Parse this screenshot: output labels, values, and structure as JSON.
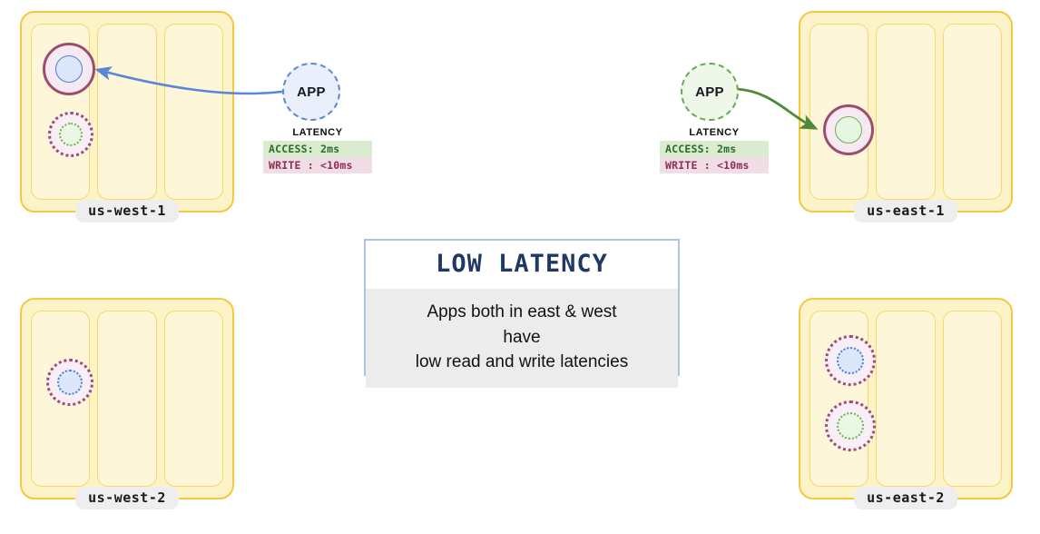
{
  "regions": [
    {
      "id": "us-west-1",
      "label": "us-west-1",
      "columns": 3,
      "replicas": [
        {
          "style": "solid",
          "inner": "blue",
          "inner_style": "solid"
        },
        {
          "style": "dotted",
          "inner": "green",
          "inner_style": "dotted"
        }
      ]
    },
    {
      "id": "us-east-1",
      "label": "us-east-1",
      "columns": 3,
      "replicas": [
        {
          "style": "solid",
          "inner": "green",
          "inner_style": "solid"
        }
      ]
    },
    {
      "id": "us-west-2",
      "label": "us-west-2",
      "columns": 3,
      "replicas": [
        {
          "style": "dotted",
          "inner": "blue",
          "inner_style": "dotted"
        }
      ]
    },
    {
      "id": "us-east-2",
      "label": "us-east-2",
      "columns": 3,
      "replicas": [
        {
          "style": "dotted",
          "inner": "blue",
          "inner_style": "dotted"
        },
        {
          "style": "dotted",
          "inner": "green",
          "inner_style": "dotted"
        }
      ]
    }
  ],
  "apps": [
    {
      "id": "app-west",
      "label": "APP",
      "color": "blue"
    },
    {
      "id": "app-east",
      "label": "APP",
      "color": "green"
    }
  ],
  "latency": {
    "title": "LATENCY",
    "access_label": "ACCESS: 2ms",
    "write_label": "WRITE : <10ms"
  },
  "callout": {
    "title": "LOW LATENCY",
    "line1": "Apps both in east & west",
    "line2": "have",
    "line3": "low read and write latencies"
  },
  "colors": {
    "region_fill": "#fdf3c8",
    "region_border": "#f5c842",
    "column_fill": "#fdf6d8",
    "column_border": "#f7d96a",
    "ring_purple": "#9d4d70",
    "ring_fill": "#f6eaf2",
    "blue_accent": "#4a7fd4",
    "green_accent": "#74ad5a",
    "arrow_blue": "#5b86d8",
    "arrow_green": "#4f8a3c",
    "callout_border": "#a8c4e6",
    "callout_title": "#1f3864",
    "callout_body_bg": "#ececec",
    "latency_access_bg": "#d9ecd0",
    "latency_access_fg": "#2f6b2a",
    "latency_write_bg": "#f0dde6",
    "latency_write_fg": "#8c2f52",
    "label_pill_bg": "#eeeeee"
  }
}
